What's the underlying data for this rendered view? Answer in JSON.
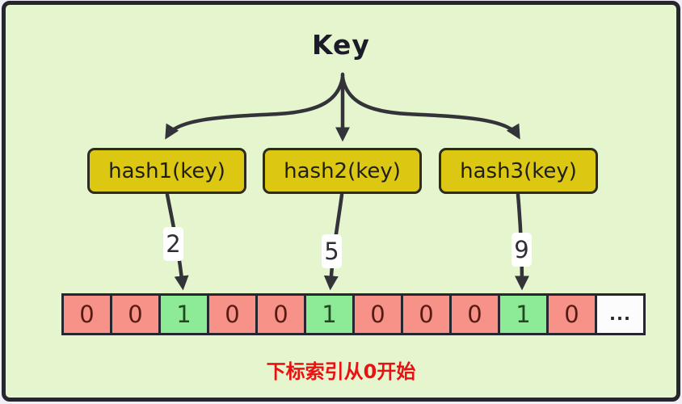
{
  "diagram": {
    "title": "Key",
    "caption": "下标索引从0开始",
    "hash_functions": [
      {
        "label": "hash1(key)",
        "index": "2"
      },
      {
        "label": "hash2(key)",
        "index": "5"
      },
      {
        "label": "hash3(key)",
        "index": "9"
      }
    ],
    "bit_array": {
      "cells": [
        {
          "value": "0",
          "state": "zero"
        },
        {
          "value": "0",
          "state": "zero"
        },
        {
          "value": "1",
          "state": "one"
        },
        {
          "value": "0",
          "state": "zero"
        },
        {
          "value": "0",
          "state": "zero"
        },
        {
          "value": "1",
          "state": "one"
        },
        {
          "value": "0",
          "state": "zero"
        },
        {
          "value": "0",
          "state": "zero"
        },
        {
          "value": "0",
          "state": "zero"
        },
        {
          "value": "1",
          "state": "one"
        },
        {
          "value": "0",
          "state": "zero"
        },
        {
          "value": "...",
          "state": "ellipsis"
        }
      ]
    },
    "colors": {
      "background": "#e5f5ce",
      "frame_border": "#26262e",
      "hash_box_fill": "#dcc713",
      "cell_zero_fill": "#f69287",
      "cell_one_fill": "#8dea96",
      "cell_ellipsis_fill": "#fcfcfc",
      "arrow": "#33333a",
      "caption_text": "#e81212"
    }
  }
}
